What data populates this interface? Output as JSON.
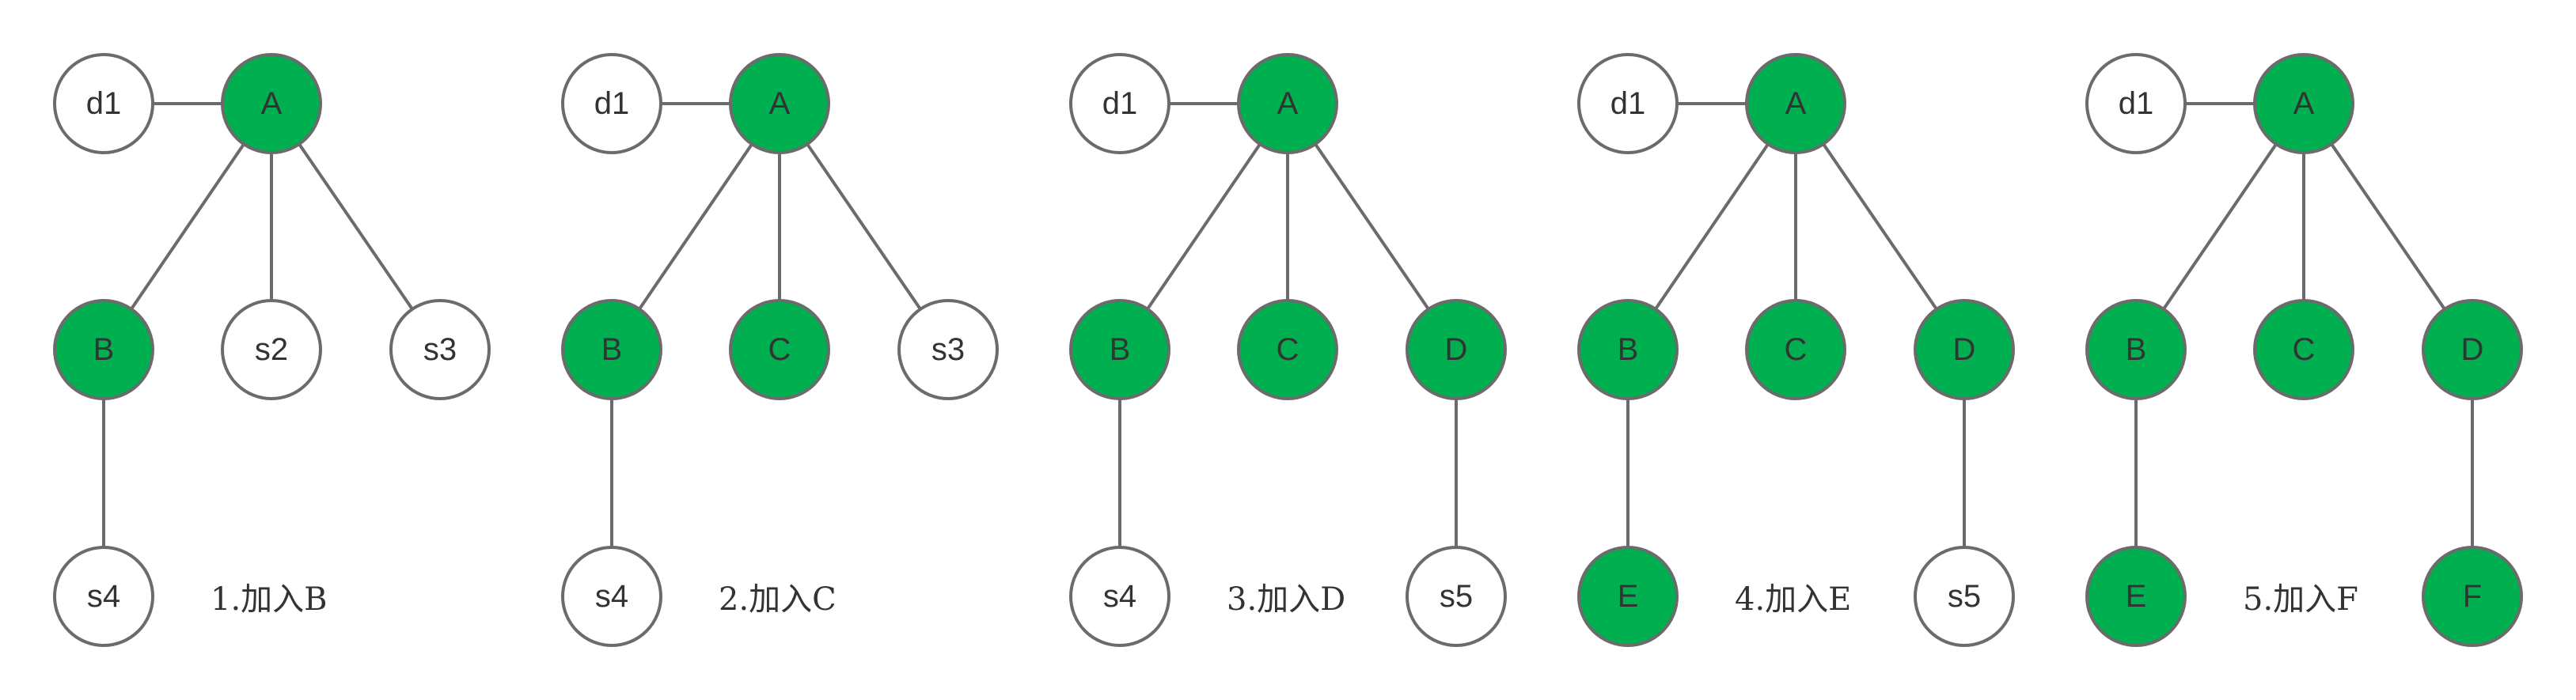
{
  "colors": {
    "selected_fill": "#00b050",
    "unselected_fill": "#ffffff",
    "stroke": "#6b6b6b",
    "text": "#333333"
  },
  "panels": [
    {
      "caption": "1.加入B",
      "nodes": [
        {
          "id": "d1",
          "label": "d1",
          "selected": false
        },
        {
          "id": "A",
          "label": "A",
          "selected": true
        },
        {
          "id": "L",
          "label": "B",
          "selected": true
        },
        {
          "id": "M",
          "label": "s2",
          "selected": false
        },
        {
          "id": "R",
          "label": "s3",
          "selected": false
        },
        {
          "id": "LB",
          "label": "s4",
          "selected": false
        }
      ],
      "edges": [
        [
          "d1",
          "A"
        ],
        [
          "A",
          "L"
        ],
        [
          "A",
          "M"
        ],
        [
          "A",
          "R"
        ],
        [
          "L",
          "LB"
        ]
      ]
    },
    {
      "caption": "2.加入C",
      "nodes": [
        {
          "id": "d1",
          "label": "d1",
          "selected": false
        },
        {
          "id": "A",
          "label": "A",
          "selected": true
        },
        {
          "id": "L",
          "label": "B",
          "selected": true
        },
        {
          "id": "M",
          "label": "C",
          "selected": true
        },
        {
          "id": "R",
          "label": "s3",
          "selected": false
        },
        {
          "id": "LB",
          "label": "s4",
          "selected": false
        }
      ],
      "edges": [
        [
          "d1",
          "A"
        ],
        [
          "A",
          "L"
        ],
        [
          "A",
          "M"
        ],
        [
          "A",
          "R"
        ],
        [
          "L",
          "LB"
        ]
      ]
    },
    {
      "caption": "3.加入D",
      "nodes": [
        {
          "id": "d1",
          "label": "d1",
          "selected": false
        },
        {
          "id": "A",
          "label": "A",
          "selected": true
        },
        {
          "id": "L",
          "label": "B",
          "selected": true
        },
        {
          "id": "M",
          "label": "C",
          "selected": true
        },
        {
          "id": "R",
          "label": "D",
          "selected": true
        },
        {
          "id": "LB",
          "label": "s4",
          "selected": false
        },
        {
          "id": "RB",
          "label": "s5",
          "selected": false
        }
      ],
      "edges": [
        [
          "d1",
          "A"
        ],
        [
          "A",
          "L"
        ],
        [
          "A",
          "M"
        ],
        [
          "A",
          "R"
        ],
        [
          "L",
          "LB"
        ],
        [
          "R",
          "RB"
        ]
      ]
    },
    {
      "caption": "4.加入E",
      "nodes": [
        {
          "id": "d1",
          "label": "d1",
          "selected": false
        },
        {
          "id": "A",
          "label": "A",
          "selected": true
        },
        {
          "id": "L",
          "label": "B",
          "selected": true
        },
        {
          "id": "M",
          "label": "C",
          "selected": true
        },
        {
          "id": "R",
          "label": "D",
          "selected": true
        },
        {
          "id": "LB",
          "label": "E",
          "selected": true
        },
        {
          "id": "RB",
          "label": "s5",
          "selected": false
        }
      ],
      "edges": [
        [
          "d1",
          "A"
        ],
        [
          "A",
          "L"
        ],
        [
          "A",
          "M"
        ],
        [
          "A",
          "R"
        ],
        [
          "L",
          "LB"
        ],
        [
          "R",
          "RB"
        ]
      ]
    },
    {
      "caption": "5.加入F",
      "nodes": [
        {
          "id": "d1",
          "label": "d1",
          "selected": false
        },
        {
          "id": "A",
          "label": "A",
          "selected": true
        },
        {
          "id": "L",
          "label": "B",
          "selected": true
        },
        {
          "id": "M",
          "label": "C",
          "selected": true
        },
        {
          "id": "R",
          "label": "D",
          "selected": true
        },
        {
          "id": "LB",
          "label": "E",
          "selected": true
        },
        {
          "id": "RB",
          "label": "F",
          "selected": true
        }
      ],
      "edges": [
        [
          "d1",
          "A"
        ],
        [
          "A",
          "L"
        ],
        [
          "A",
          "M"
        ],
        [
          "A",
          "R"
        ],
        [
          "L",
          "LB"
        ],
        [
          "R",
          "RB"
        ]
      ]
    }
  ]
}
